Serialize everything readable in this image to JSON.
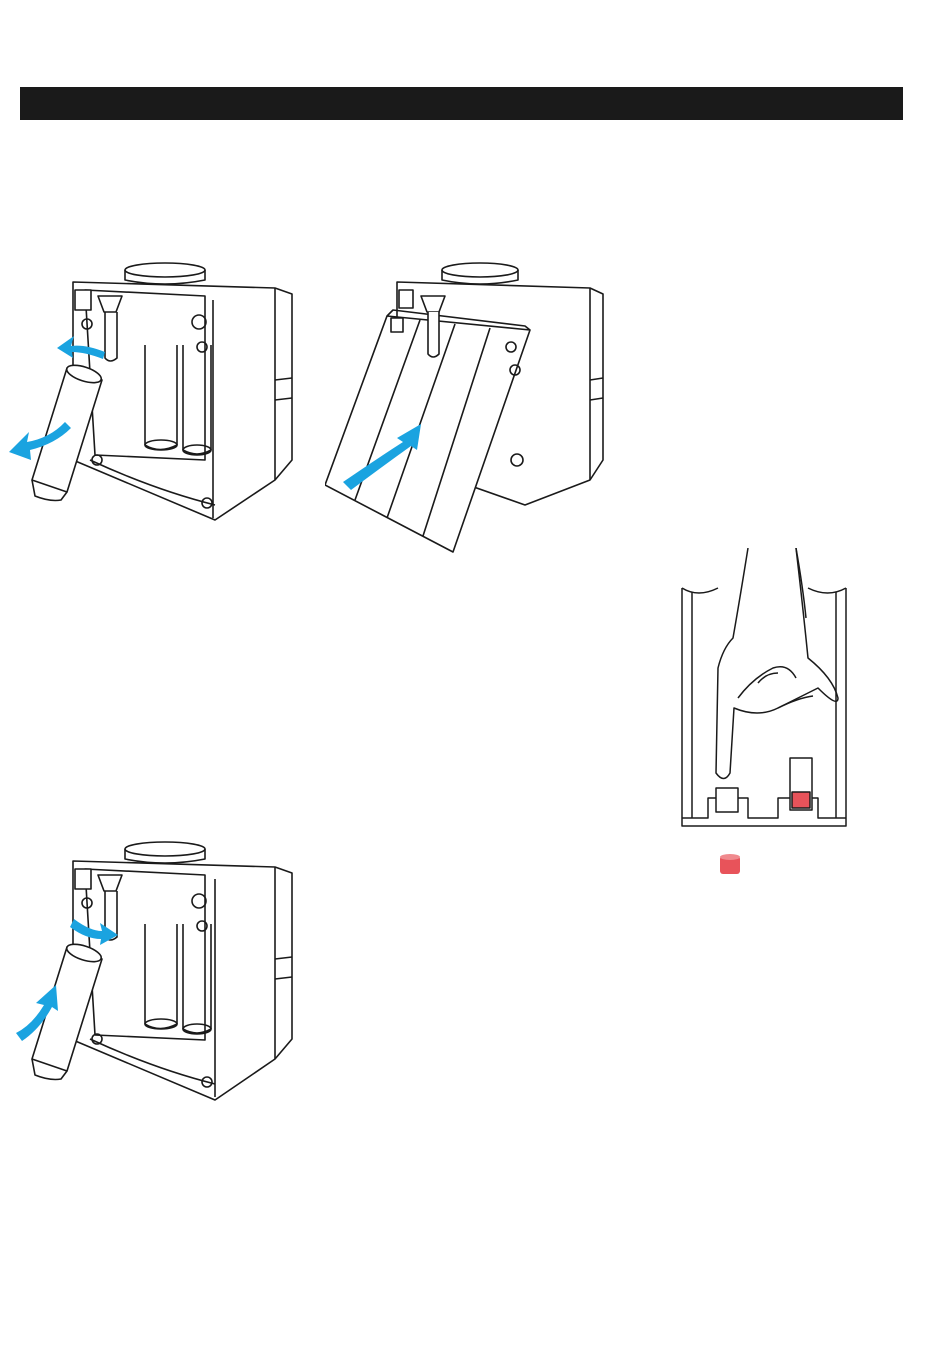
{
  "page": {
    "header_bar_color": "#1a1a1a",
    "accent_arrow_color": "#1aa3e0",
    "indicator_color": "#e8535a"
  },
  "figures": [
    {
      "id": "remove-filter",
      "icon": "arrow-out-icon"
    },
    {
      "id": "open-panel",
      "icon": "arrow-up-icon"
    },
    {
      "id": "press-indicator",
      "icon": "hand-icon"
    },
    {
      "id": "insert-filter",
      "icon": "arrow-in-icon"
    }
  ]
}
